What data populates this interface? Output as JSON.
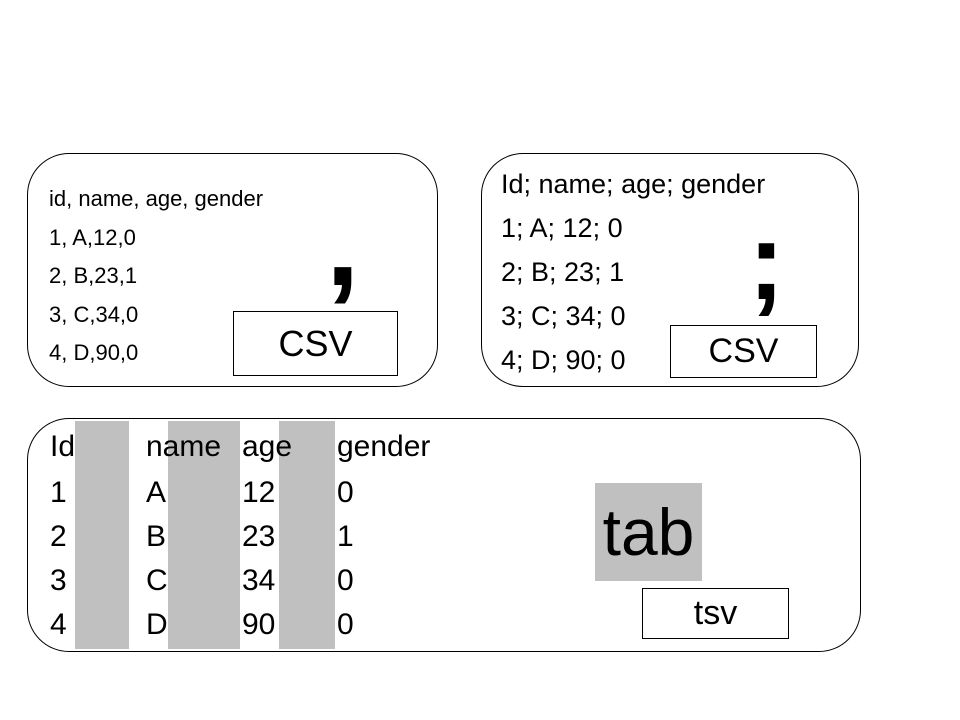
{
  "comma_panel": {
    "lines": [
      "id, name, age, gender",
      "1, A,12,0",
      "2, B,23,1",
      "3, C,34,0",
      "4, D,90,0"
    ],
    "separator": ",",
    "label": "CSV"
  },
  "semicolon_panel": {
    "lines": [
      "Id; name; age; gender",
      "1; A; 12; 0",
      "2; B; 23; 1",
      "3; C; 34; 0",
      "4; D; 90; 0"
    ],
    "separator": ";",
    "label": "CSV"
  },
  "tab_panel": {
    "rows": [
      [
        "Id",
        "name",
        "age",
        "gender"
      ],
      [
        "1",
        "A",
        "12",
        "0"
      ],
      [
        "2",
        "B",
        "23",
        "1"
      ],
      [
        "3",
        "C",
        "34",
        "0"
      ],
      [
        "4",
        "D",
        "90",
        "0"
      ]
    ],
    "separator_word": "tab",
    "label": "tsv"
  },
  "colors": {
    "border": "#000000",
    "highlight_gray": "#c0c0c0",
    "background": "#ffffff"
  }
}
